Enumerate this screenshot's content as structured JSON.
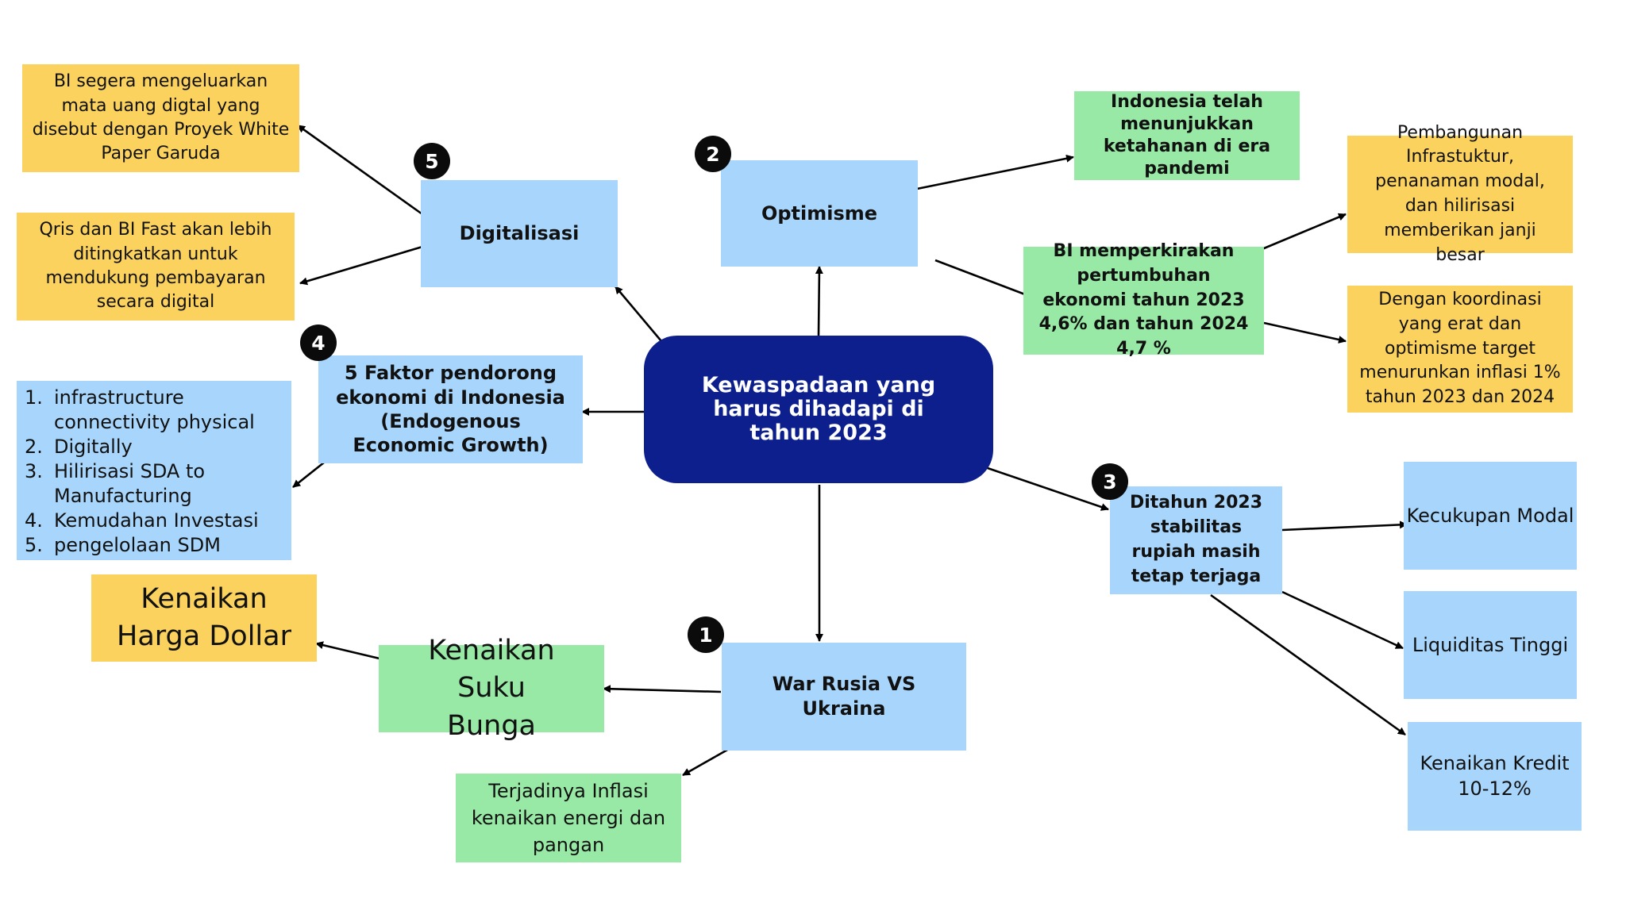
{
  "center": {
    "label": "Kewaspadaan yang harus dihadapi di tahun 2023"
  },
  "badges": [
    "1",
    "2",
    "3",
    "4",
    "5"
  ],
  "branch1": {
    "title": "War Rusia VS Ukraina",
    "suku_bunga": "Kenaikan Suku Bunga",
    "harga_dollar": "Kenaikan Harga Dollar",
    "inflasi": "Terjadinya Inflasi kenaikan energi dan pangan"
  },
  "branch2": {
    "title": "Optimisme",
    "ketahanan": "Indonesia telah menunjukkan ketahanan di era pandemi",
    "perkiraan": "BI memperkirakan pertumbuhan ekonomi tahun 2023 4,6% dan tahun 2024 4,7 %",
    "infrastruktur": "Pembangunan Infrastuktur, penanaman modal, dan hilirisasi memberikan janji besar",
    "koordinasi": "Dengan koordinasi yang erat dan optimisme target menurunkan inflasi 1% tahun 2023 dan 2024"
  },
  "branch3": {
    "title": "Ditahun 2023 stabilitas rupiah masih tetap terjaga",
    "modal": "Kecukupan Modal",
    "likuiditas": "Liquiditas Tinggi",
    "kredit": "Kenaikan Kredit 10-12%"
  },
  "branch4": {
    "title": "5 Faktor pendorong ekonomi di Indonesia (Endogenous Economic Growth)",
    "factors": [
      {
        "num": "1.",
        "text": "infrastructure connectivity physical"
      },
      {
        "num": "2.",
        "text": "Digitally"
      },
      {
        "num": "3.",
        "text": "Hilirisasi SDA to Manufacturing"
      },
      {
        "num": "4.",
        "text": "Kemudahan Investasi"
      },
      {
        "num": "5.",
        "text": "pengelolaan SDM"
      }
    ]
  },
  "branch5": {
    "title": "Digitalisasi",
    "rupiah_digital": "BI segera mengeluarkan mata uang digtal yang disebut dengan Proyek White Paper Garuda",
    "qris": "Qris dan BI Fast akan lebih ditingkatkan untuk mendukung pembayaran secara digital"
  },
  "colors": {
    "center": "#0d1f8c",
    "yellow": "#fad25d",
    "blue": "#a8d5fb",
    "green": "#98e9a5",
    "badge": "#0b0b0b"
  }
}
